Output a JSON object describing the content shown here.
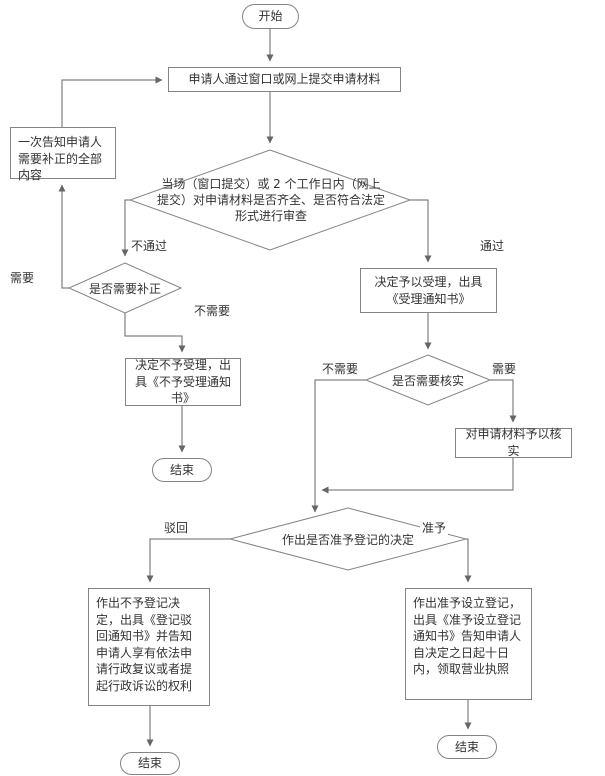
{
  "diagram": {
    "type": "flowchart",
    "colors": {
      "line": "#666666",
      "node_border": "#848484",
      "text": "#333333",
      "background": "#ffffff"
    }
  },
  "nodes": {
    "start": {
      "label": "开始"
    },
    "submit": {
      "label": "申请人通过窗口或网上提交申请材料"
    },
    "notify": {
      "label": "一次告知申请人需要补正的全部内容"
    },
    "review": {
      "label": "当场（窗口提交）或 2 个工作日内（网上提交）对申请材料是否齐全、是否符合法定形式进行审查"
    },
    "supplement": {
      "label": "是否需要补正"
    },
    "reject_accept": {
      "label": "决定不予受理，出具《不予受理通知书》"
    },
    "end_left": {
      "label": "结束"
    },
    "accept": {
      "label": "决定予以受理，出具《受理通知书》"
    },
    "verify_check": {
      "label": "是否需要核实"
    },
    "verify": {
      "label": "对申请材料予以核实"
    },
    "decision": {
      "label": "作出是否准予登记的决定"
    },
    "reject_reg": {
      "label": "作出不予登记决定，出具《登记驳回通知书》并告知申请人享有依法申请行政复议或者提起行政诉讼的权利"
    },
    "end_reject": {
      "label": "结束"
    },
    "approve_reg": {
      "label": "作出准予设立登记，出具《准予设立登记通知书》告知申请人自决定之日起十日内，领取营业执照"
    },
    "end_approve": {
      "label": "结束"
    }
  },
  "edge_labels": {
    "fail": "不通过",
    "pass": "通过",
    "need": "需要",
    "no_need": "不需要",
    "verify_no_need": "不需要",
    "verify_need": "需要",
    "reject": "驳回",
    "approve": "准予"
  }
}
